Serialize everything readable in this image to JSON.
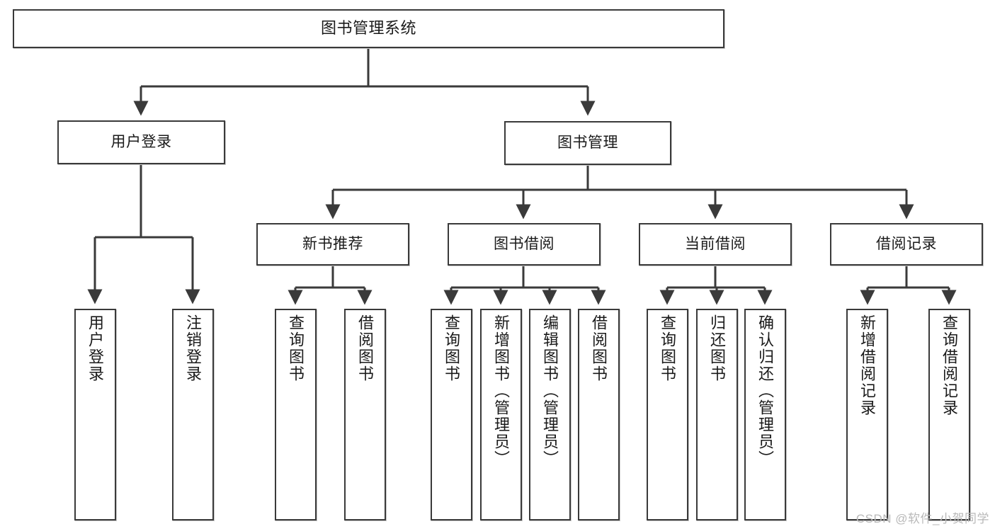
{
  "diagram": {
    "title": "图书管理系统",
    "type": "tree-hierarchy",
    "watermark": "CSDN @软件_小贺同学",
    "colors": {
      "box_border": "#3a3a3a",
      "box_fill": "#ffffff",
      "edge": "#3a3a3a",
      "text": "#1a1a1a",
      "watermark": "#b9b9b9"
    },
    "root": {
      "label": "图书管理系统"
    },
    "level2": [
      {
        "label": "用户登录"
      },
      {
        "label": "图书管理"
      }
    ],
    "level3": [
      {
        "label": "新书推荐"
      },
      {
        "label": "图书借阅"
      },
      {
        "label": "当前借阅"
      },
      {
        "label": "借阅记录"
      }
    ],
    "leaves": {
      "user_login": [
        {
          "label": "用户登录"
        },
        {
          "label": "注销登录"
        }
      ],
      "new_book_recommend": [
        {
          "label": "查询图书"
        },
        {
          "label": "借阅图书"
        }
      ],
      "book_borrow": [
        {
          "label": "查询图书"
        },
        {
          "label": "新增图书（管理员）"
        },
        {
          "label": "编辑图书（管理员）"
        },
        {
          "label": "借阅图书"
        }
      ],
      "current_borrow": [
        {
          "label": "查询图书"
        },
        {
          "label": "归还图书"
        },
        {
          "label": "确认归还（管理员）"
        }
      ],
      "borrow_record": [
        {
          "label": "新增借阅记录"
        },
        {
          "label": "查询借阅记录"
        }
      ]
    }
  }
}
